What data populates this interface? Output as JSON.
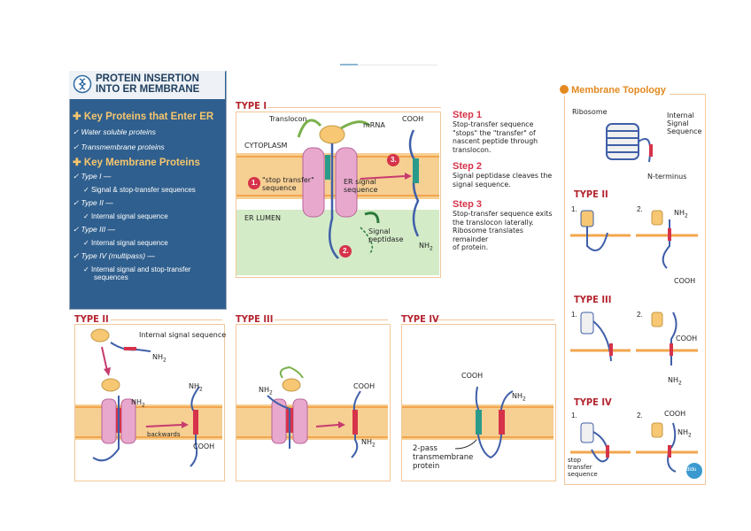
{
  "panel": {
    "title_line1": "PROTEIN INSERTION",
    "title_line2": "INTO ER MEMBRANE",
    "heading1": "Key Proteins that Enter ER",
    "item1": "Water soluble proteins",
    "item2": "Transmembrane proteins",
    "heading2": "Key Membrane Proteins",
    "type1": "Type I —",
    "type1_sub": "Signal & stop-transfer sequences",
    "type2": "Type II —",
    "type2_sub": "Internal signal sequence",
    "type3": "Type III —",
    "type3_sub": "Internal signal sequence",
    "type4": "Type IV (multipass) —",
    "type4_sub1": "Internal signal and stop-transfer",
    "type4_sub2": "sequences"
  },
  "type1": {
    "title": "TYPE I",
    "translocon": "Translocon",
    "mrna": "mRNA",
    "cooh": "COOH",
    "cytoplasm": "CYTOPLASM",
    "stop_transfer_1": "\"stop transfer\"",
    "stop_transfer_2": "sequence",
    "er_signal_1": "ER signal",
    "er_signal_2": "sequence",
    "er_lumen": "ER LUMEN",
    "signal_peptidase_1": "Signal",
    "signal_peptidase_2": "peptidase",
    "nh2": "NH",
    "badge1": "1.",
    "badge2": "2.",
    "badge3": "3."
  },
  "steps": [
    {
      "title": "Step 1",
      "lines": [
        "Stop-transfer sequence",
        "\"stops\" the \"transfer\" of",
        "nascent peptide through",
        "translocon."
      ]
    },
    {
      "title": "Step 2",
      "lines": [
        "Signal peptidase cleaves the",
        "signal sequence."
      ]
    },
    {
      "title": "Step 3",
      "lines": [
        "Stop-transfer sequence exits",
        "the translocon laterally.",
        "Ribosome translates remainder",
        "of protein."
      ]
    }
  ],
  "topology": {
    "title": "Membrane Topology",
    "ribosome": "Ribosome",
    "internal_1": "Internal",
    "internal_2": "Signal",
    "internal_3": "Sequence",
    "n_terminus": "N-terminus",
    "type2": "TYPE II",
    "type3": "TYPE III",
    "type4": "TYPE IV",
    "n1": "1.",
    "n2": "2.",
    "nh2": "NH",
    "cooh": "COOH",
    "stop_1": "stop",
    "stop_2": "transfer",
    "stop_3": "sequence",
    "logo": "didu"
  },
  "type2": {
    "title": "TYPE II",
    "internal": "Internal signal sequence",
    "nh2": "NH",
    "backwards": "backwards",
    "cooh": "COOH"
  },
  "type3": {
    "title": "TYPE III",
    "nh2": "NH",
    "cooh": "COOH"
  },
  "type4": {
    "title": "TYPE IV",
    "cooh": "COOH",
    "nh2": "NH",
    "twopass_1": "2-pass",
    "twopass_2": "transmembrane",
    "twopass_3": "protein"
  },
  "colors": {
    "panel_blue": "#2f5f8e",
    "accent_red": "#b4242f",
    "membrane_orange": "#f6cf93",
    "lumen_green": "#d3ebc7",
    "protein_blue": "#3f5fa8"
  }
}
